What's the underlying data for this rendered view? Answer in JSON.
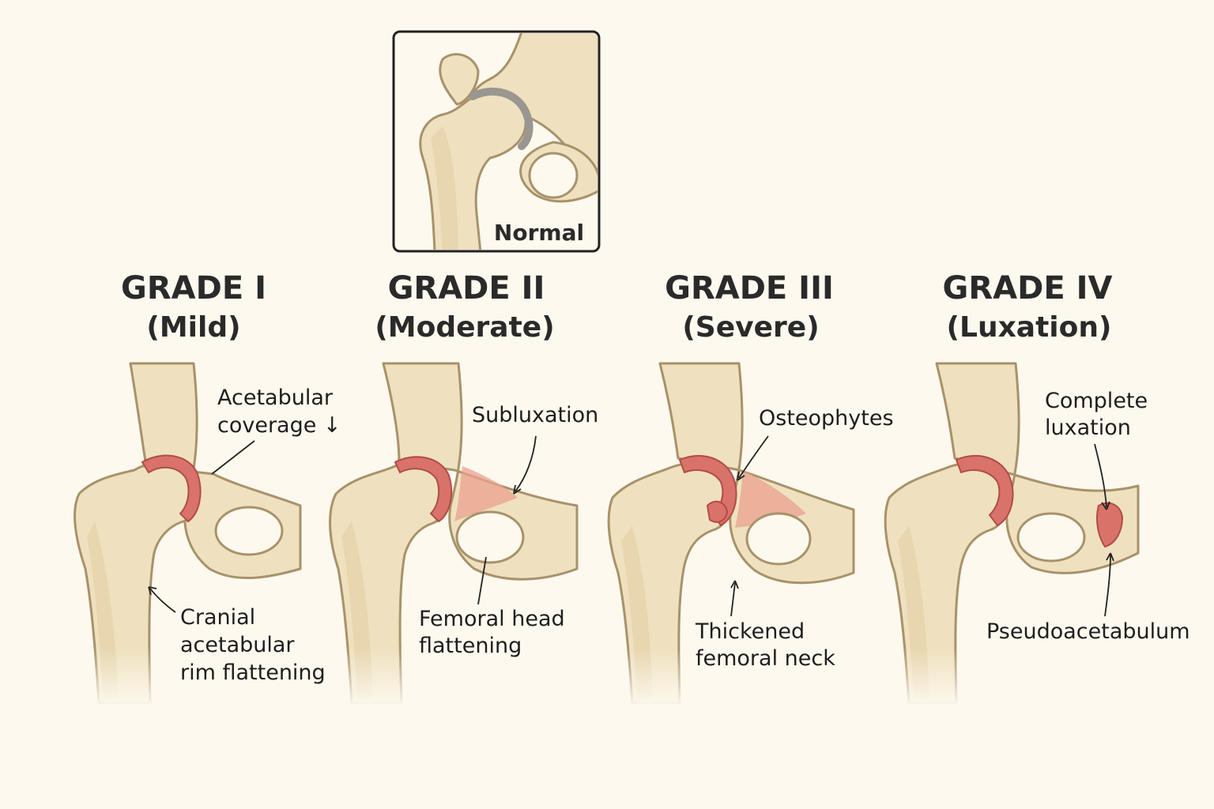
{
  "normal_panel": {
    "label": "Normal"
  },
  "grades": [
    {
      "title": "GRADE I",
      "subtitle": "(Mild)",
      "labels": {
        "top": [
          "Acetabular",
          "coverage ↓"
        ],
        "bottom": [
          "Cranial",
          "acetabular",
          "rim flattening"
        ]
      }
    },
    {
      "title": "GRADE II",
      "subtitle": "(Moderate)",
      "labels": {
        "top": [
          "Subluxation"
        ],
        "bottom": [
          "Femoral head",
          "flattening"
        ]
      }
    },
    {
      "title": "GRADE III",
      "subtitle": "(Severe)",
      "labels": {
        "top": [
          "Osteophytes"
        ],
        "bottom": [
          "Thickened",
          "femoral neck"
        ]
      }
    },
    {
      "title": "GRADE IV",
      "subtitle": "(Luxation)",
      "labels": {
        "top": [
          "Complete",
          "luxation"
        ],
        "bottom": [
          "Pseudoacetabulum"
        ]
      }
    }
  ],
  "colors": {
    "bone": "#efe1bf",
    "outline": "#a8926a",
    "cartilage": "#d9736a",
    "background": "#fdf9ef"
  }
}
